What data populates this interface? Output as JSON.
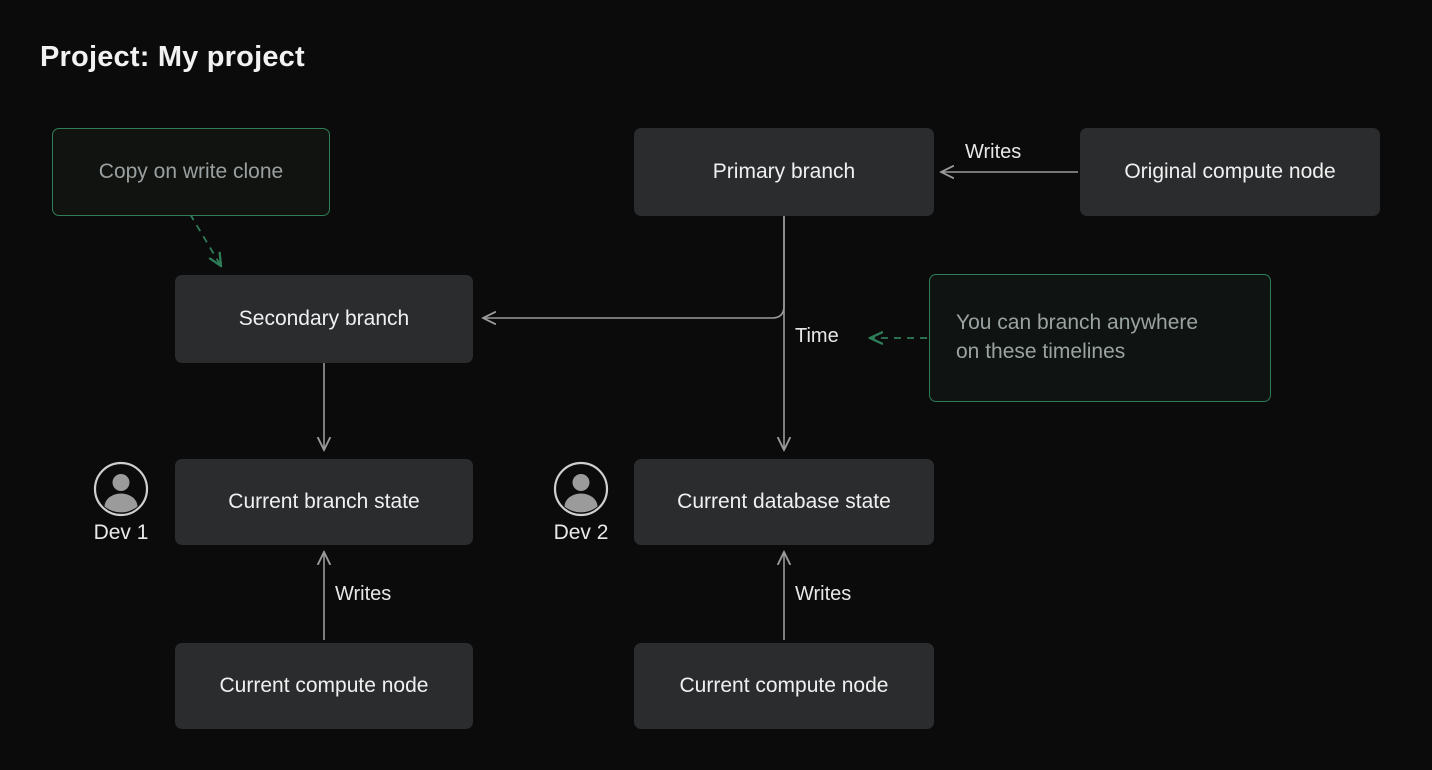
{
  "page": {
    "title": "Project: My project",
    "background_color": "#0b0b0b",
    "node_fill": "#2b2c2e",
    "accent_green": "#2e7d58",
    "line_color": "#9a9a9a",
    "text_color": "#f0f0f0"
  },
  "nodes": {
    "copy_on_write_clone": {
      "label": "Copy on write clone",
      "style": "green-outline"
    },
    "primary_branch": {
      "label": "Primary branch",
      "style": "filled"
    },
    "original_compute_node": {
      "label": "Original compute node",
      "style": "filled"
    },
    "secondary_branch": {
      "label": "Secondary branch",
      "style": "filled"
    },
    "current_branch_state": {
      "label": "Current branch state",
      "style": "filled"
    },
    "current_database_state": {
      "label": "Current database state",
      "style": "filled"
    },
    "current_compute_node_left": {
      "label": "Current compute node",
      "style": "filled"
    },
    "current_compute_node_right": {
      "label": "Current compute node",
      "style": "filled"
    }
  },
  "notes": {
    "branch_anywhere": {
      "line1": "You can branch anywhere",
      "line2": "on these timelines"
    }
  },
  "edge_labels": {
    "writes_original": "Writes",
    "time": "Time",
    "writes_left": "Writes",
    "writes_right": "Writes"
  },
  "actors": [
    {
      "name": "Dev 1",
      "icon": "user-avatar-icon"
    },
    {
      "name": "Dev 2",
      "icon": "user-avatar-icon"
    }
  ]
}
